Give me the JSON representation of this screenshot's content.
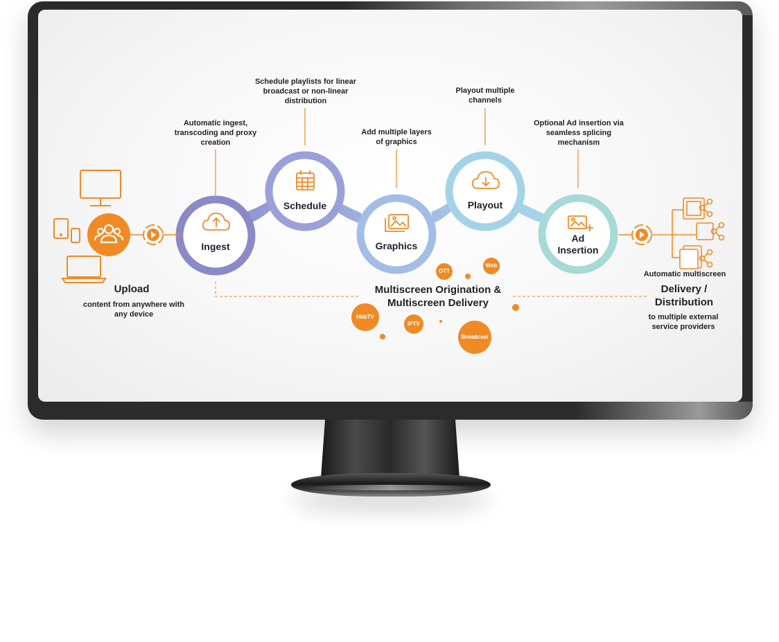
{
  "upload": {
    "title": "Upload",
    "subtitle": "content from anywhere with any device"
  },
  "nodes": [
    {
      "key": "ingest",
      "label": "Ingest",
      "note": "Automatic ingest, transcoding and proxy creation",
      "icon": "cloud-upload-icon"
    },
    {
      "key": "schedule",
      "label": "Schedule",
      "note": "Schedule playlists for linear broadcast or non-linear distribution",
      "icon": "calendar-icon"
    },
    {
      "key": "graphics",
      "label": "Graphics",
      "note": "Add multiple layers of graphics",
      "icon": "image-layers-icon"
    },
    {
      "key": "playout",
      "label": "Playout",
      "note": "Playout multiple channels",
      "icon": "cloud-download-icon"
    },
    {
      "key": "adinsertion",
      "label": "Ad Insertion",
      "note": "Optional Ad insertion via seamless splicing mechanism",
      "icon": "image-add-icon"
    }
  ],
  "multiscreen": {
    "title": "Multiscreen Origination & Multiscreen Delivery",
    "bubbles": [
      "OTT",
      "Web",
      "HbbTV",
      "IPTV",
      "Broadcast"
    ]
  },
  "delivery": {
    "top_note": "Automatic multiscreen",
    "title": "Delivery / Distribution",
    "subtitle": "to multiple external service providers"
  },
  "colors": {
    "accent": "#f08a24",
    "ingest": "#8c8ccc",
    "schedule": "#9aa0d8",
    "graphics": "#a3bde4",
    "playout": "#a4d3e6",
    "adinsertion": "#a6d8d8",
    "bezel": "#2b2b2b"
  }
}
